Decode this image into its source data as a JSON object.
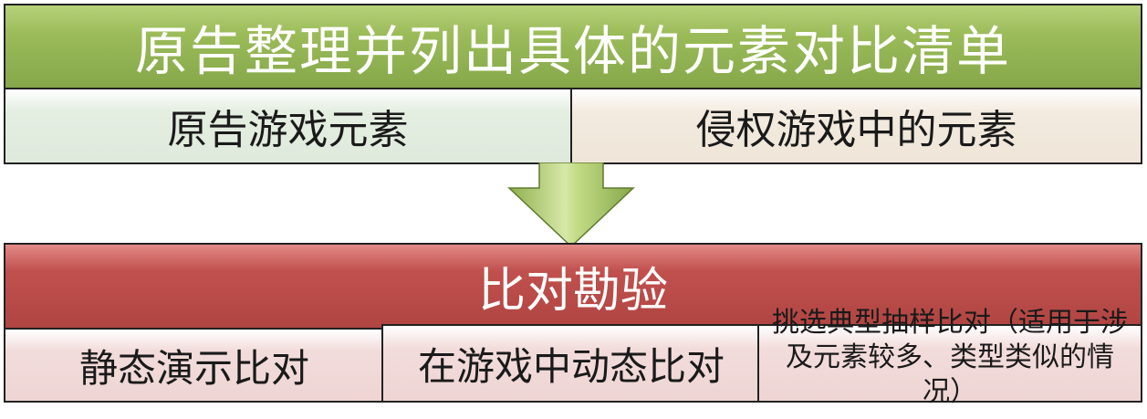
{
  "header": {
    "title": "原告整理并列出具体的元素对比清单"
  },
  "comparison_list": {
    "left": "原告游戏元素",
    "right": "侵权游戏中的元素"
  },
  "comparison": {
    "title": "比对勘验",
    "methods": [
      "静态演示比对",
      "在游戏中动态比对",
      "挑选典型抽样比对（适用于涉及元素较多、类型类似的情况）"
    ]
  },
  "colors": {
    "green": "#9bbb59",
    "red": "#c0504d",
    "arrow": "#9bbb59"
  }
}
